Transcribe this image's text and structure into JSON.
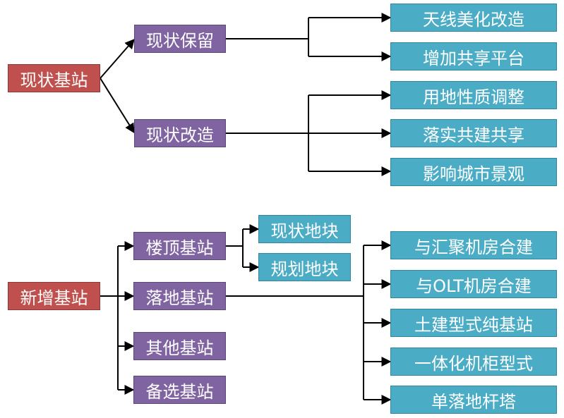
{
  "diagram": {
    "tree1": {
      "root": "现状基站",
      "branches": [
        {
          "label": "现状保留",
          "children": [
            "天线美化改造",
            "增加共享平台"
          ]
        },
        {
          "label": "现状改造",
          "children": [
            "用地性质调整",
            "落实共建共享",
            "影响城市景观"
          ]
        }
      ]
    },
    "tree2": {
      "root": "新增基站",
      "branches": [
        {
          "label": "楼顶基站",
          "children": [
            "现状地块",
            "规划地块"
          ]
        },
        {
          "label": "落地基站",
          "children": [
            "与汇聚机房合建",
            "与OLT机房合建",
            "土建型式纯基站",
            "一体化机柜型式",
            "单落地杆塔"
          ]
        },
        {
          "label": "其他基站",
          "children": []
        },
        {
          "label": "备选基站",
          "children": []
        }
      ]
    },
    "colors": {
      "root": "#c0504d",
      "branch": "#8064a2",
      "leaf": "#4bacc6",
      "connector": "#000000"
    }
  }
}
